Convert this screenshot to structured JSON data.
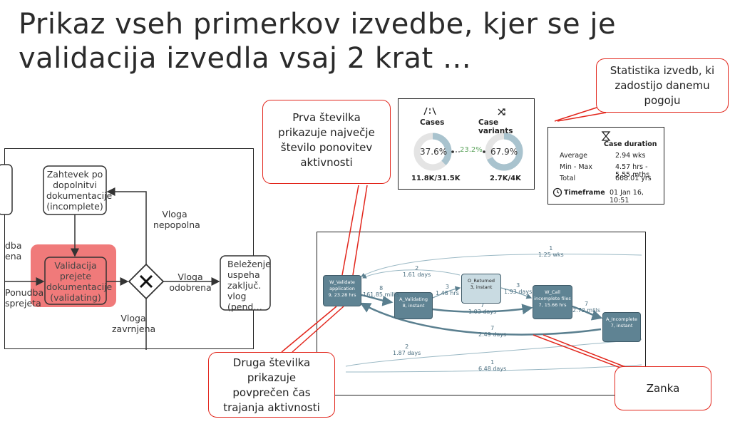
{
  "title": {
    "line1": "Prikaz vseh primerkov izvedbe, kjer se je",
    "line2": "validacija izvedla vsaj 2 krat …"
  },
  "bpmn": {
    "task_left_top": "",
    "task_request": "Zahtevek po dopolnitvi dokumentacije (incomplete)",
    "task_validation": "Validacija prejete dokumentacije (validating)",
    "task_right": "Beleženje uspeha zaključ. vlog (pend…",
    "left_cut_label": "dba\nena",
    "offer_accepted": "Ponudba\nsprejeta",
    "edge_incomplete": "Vloga\nnepopolna",
    "edge_approved": "Vloga\nodobrena",
    "edge_finished": "Vloga\nzavrnjena",
    "gateway_symbol": "X",
    "highlight_color": "#f07a7a"
  },
  "stats_cases": {
    "cases_label": "Cases",
    "variants_label": "Case variants",
    "cases_pct": "37.6%",
    "variants_pct": "67.9%",
    "link_pct": "23.2%",
    "cases_count": "11.8K/31.5K",
    "variants_count": "2.7K/4K",
    "cases_fraction": 0.376,
    "variants_fraction": 0.679
  },
  "stats_duration": {
    "header": "Case duration",
    "rows": [
      {
        "label": "Average",
        "value": "2.94 wks"
      },
      {
        "label": "Min - Max",
        "value": "4.57 hrs - 5.55 mths"
      },
      {
        "label": "Total",
        "value": "668.01 yrs"
      }
    ],
    "timeframe_label": "Timeframe",
    "timeframe_value": "01 Jan 16, 10:51"
  },
  "process_map": {
    "nodes": [
      {
        "name": "W_Validate application",
        "stats": "9, 23.28 hrs"
      },
      {
        "name": "A_Validating",
        "stats": "8, instant"
      },
      {
        "name": "O_Returned",
        "stats": "3, instant"
      },
      {
        "name": "W_Call incomplete files",
        "stats": "7, 15.66 hrs"
      },
      {
        "name": "A_Incomplete",
        "stats": "7, instant"
      }
    ],
    "edges": [
      {
        "count": "1",
        "time": "1.25 wks"
      },
      {
        "count": "2",
        "time": "1.61 days"
      },
      {
        "count": "8",
        "time": "161.85 millis"
      },
      {
        "count": "3",
        "time": "1.48 hrs"
      },
      {
        "count": "3",
        "time": "1.93 days"
      },
      {
        "count": "7",
        "time": "1.03 days"
      },
      {
        "count": "7",
        "time": "2.72 mills"
      },
      {
        "count": "7",
        "time": "2.49 days"
      },
      {
        "count": "2",
        "time": "1.87 days"
      },
      {
        "count": "1",
        "time": "6.48 days"
      }
    ]
  },
  "callouts": {
    "first_number": "Prva številka prikazuje največje število ponovitev aktivnosti",
    "second_number": "Druga številka prikazuje povprečen čas trajanja aktivnosti",
    "statistics": "Statistika izvedb, ki zadostijo danemu pogoju",
    "loop": "Zanka"
  },
  "colors": {
    "callout_border": "#e2261c",
    "node_dark": "#5f8393",
    "node_light": "#c9dbe2",
    "edge": "#5a7f8f"
  }
}
